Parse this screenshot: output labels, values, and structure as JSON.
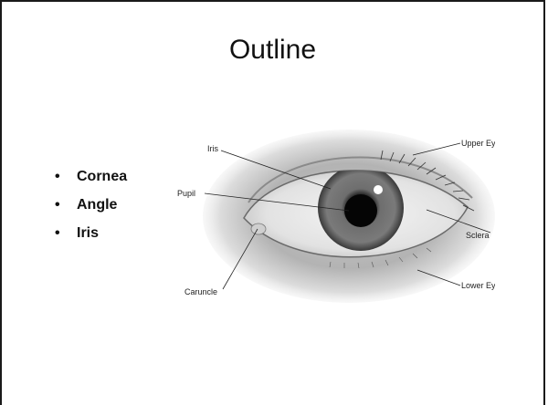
{
  "slide": {
    "title": "Outline",
    "bullets": [
      "Cornea",
      "Angle",
      "Iris"
    ]
  },
  "diagram": {
    "labels": {
      "iris": "Iris",
      "pupil": "Pupil",
      "caruncle": "Caruncle",
      "upper_eyelid": "Upper Eyelid",
      "sclera": "Sclera",
      "lower_eyelid": "Lower Eyelid"
    }
  }
}
